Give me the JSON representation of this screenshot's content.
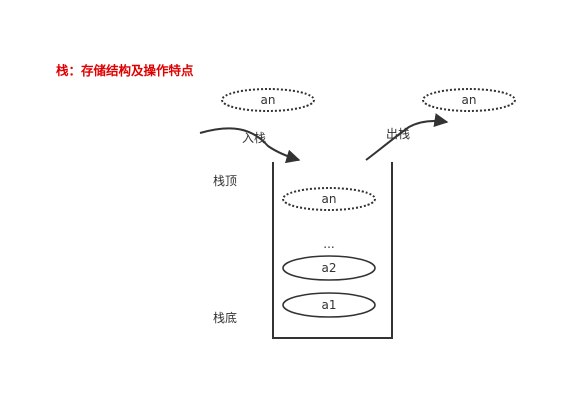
{
  "title": "栈：存储结构及操作特点",
  "labels": {
    "push": "入栈",
    "pop": "出栈",
    "top": "栈顶",
    "bottom": "栈底",
    "ellipsis": "..."
  },
  "elements": {
    "incoming": "an",
    "outgoing": "an",
    "stack_top": "an",
    "second": "a2",
    "first": "a1"
  },
  "colors": {
    "title": "#e00000",
    "stroke": "#333333"
  }
}
